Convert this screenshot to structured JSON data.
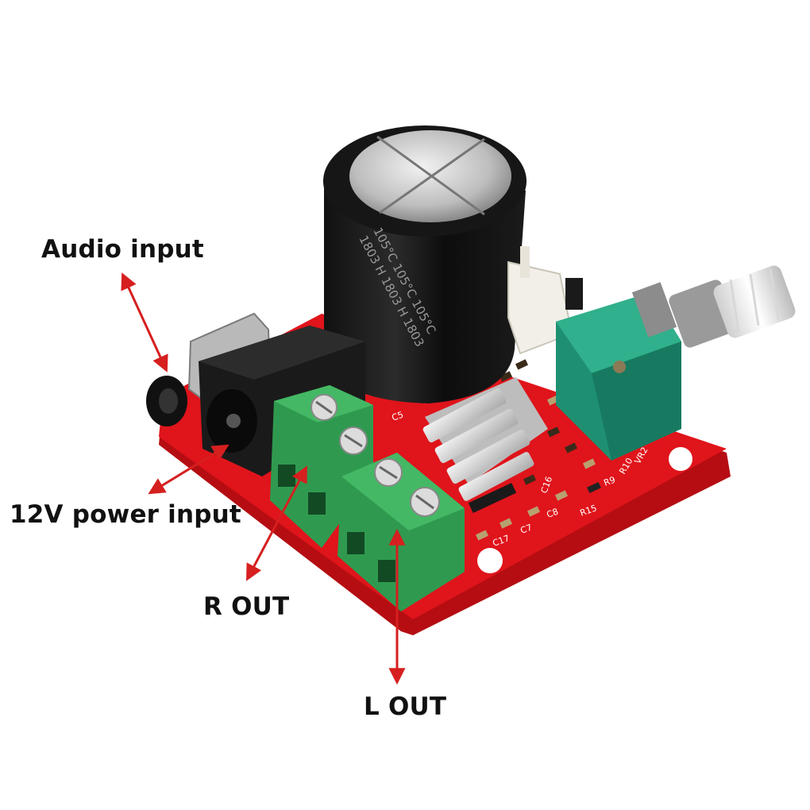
{
  "callouts": {
    "audio_input": "Audio input",
    "power_input": "12V power input",
    "r_out": "R OUT",
    "l_out": "L OUT"
  },
  "colors": {
    "board": "#e0141b",
    "arrow": "#d61f1f",
    "terminal": "#2f9a4f",
    "pot_body": "#1f8f72"
  },
  "silkscreen": {
    "cap_print": "105°C 105°C 105°C",
    "cap_code": "1803 H 1803 H 1803",
    "refs": [
      "R9",
      "R10",
      "R15",
      "C17",
      "C7",
      "C8",
      "C16",
      "VR2",
      "C5"
    ]
  }
}
